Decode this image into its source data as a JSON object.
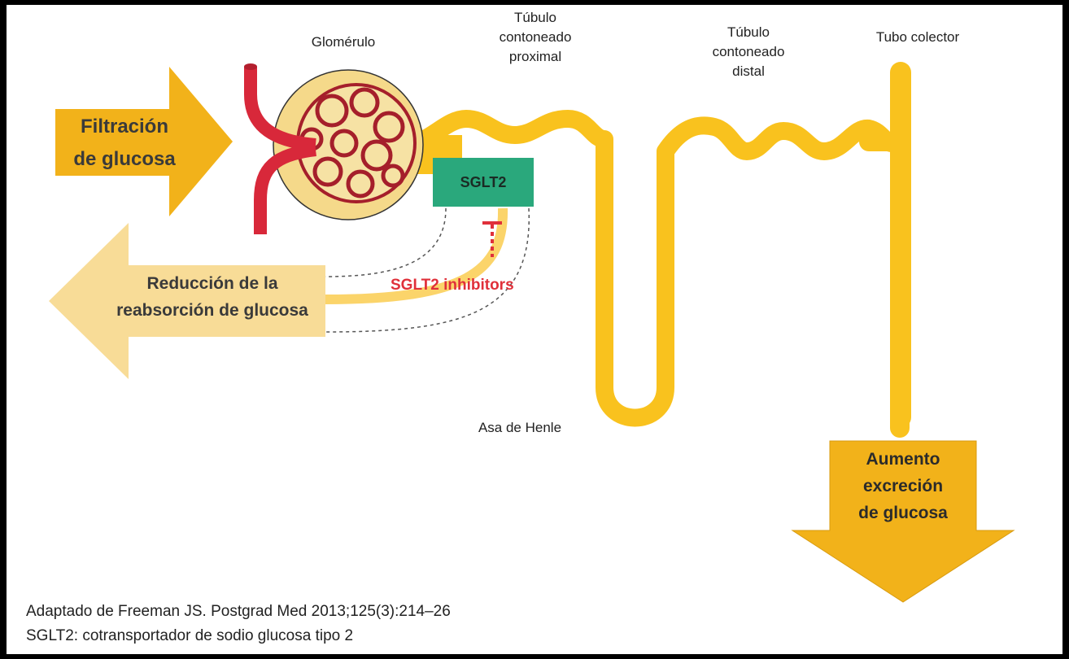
{
  "labels": {
    "glomerulo": "Glomérulo",
    "tubulo_proximal": "Túbulo\ncontoneado\nproximal",
    "tubulo_distal": "Túbulo\ncontoneado\ndistal",
    "tubo_colector": "Tubo colector",
    "asa_henle": "Asa de Henle",
    "sglt2_box": "SGLT2",
    "inhibitors": "SGLT2 inhibitors"
  },
  "arrows": {
    "filtracion": "Filtración\nde glucosa",
    "reduccion": "Reducción de la\nreabsorción de glucosa",
    "aumento": "Aumento\nexcreción\nde glucosa"
  },
  "caption": {
    "line1": "Adaptado  de Freeman JS. Postgrad Med 2013;125(3):214–26",
    "line2": "SGLT2: cotransportador de sodio glucosa tipo 2"
  },
  "colors": {
    "tubule": "#f9c21e",
    "arrow_dark": "#f2b21a",
    "arrow_light": "#f8dc97",
    "vessel": "#d8283a",
    "capillary": "#a51f2b",
    "glomerulus_fill": "#f5d98a",
    "sglt2": "#2aa87c",
    "inhibitor": "#e0303a"
  }
}
